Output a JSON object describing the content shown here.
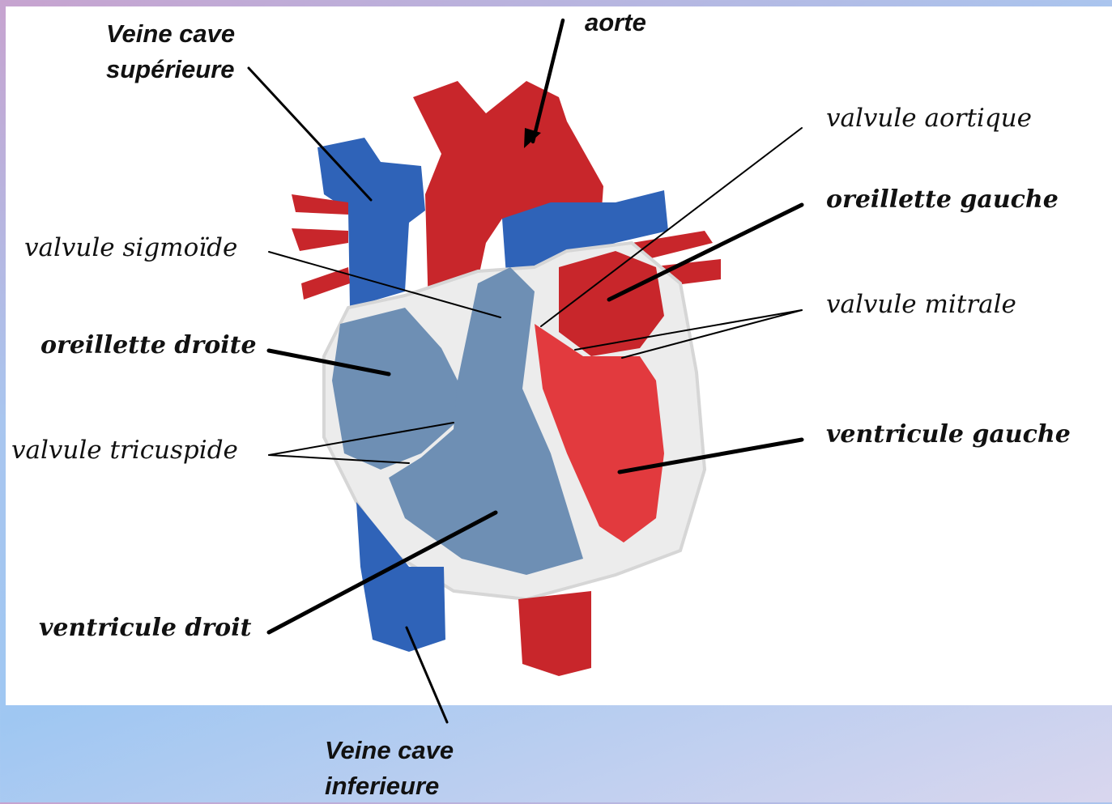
{
  "labels": {
    "veine_cave_superieure": [
      "Veine cave",
      "supérieure"
    ],
    "aorte": "aorte",
    "valvule_aortique": "valvule aortique",
    "oreillette_gauche": "oreillette gauche",
    "valvule_sigmoide": "valvule sigmoïde",
    "valvule_mitrale": "valvule mitrale",
    "oreillette_droite": "oreillette droite",
    "valvule_tricuspide": "valvule tricuspide",
    "ventricule_gauche": "ventricule gauche",
    "ventricule_droit": "ventricule droit",
    "veine_cave_inferieure": [
      "Veine cave",
      "inferieure"
    ]
  },
  "colors": {
    "arterial_red": "#c8262b",
    "venous_blue": "#2f63b8",
    "chamber_blue": "#6e8fb4",
    "septum_white": "#f1f1f1"
  }
}
